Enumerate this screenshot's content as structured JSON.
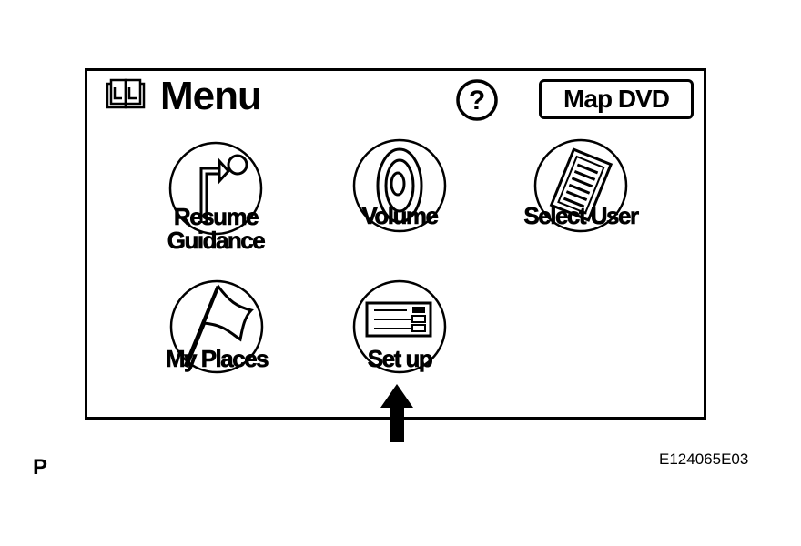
{
  "header": {
    "title": "Menu",
    "help_label": "?",
    "map_dvd_label": "Map DVD"
  },
  "menu_items": [
    {
      "id": "resume-guidance",
      "line1": "Resume",
      "line2": "Guidance",
      "icon": "route-arrow-icon"
    },
    {
      "id": "volume",
      "line1": "Volume",
      "line2": "",
      "icon": "speaker-icon"
    },
    {
      "id": "select-user",
      "line1": "Select User",
      "line2": "",
      "icon": "user-list-icon"
    },
    {
      "id": "my-places",
      "line1": "My Places",
      "line2": "",
      "icon": "flag-icon"
    },
    {
      "id": "set-up",
      "line1": "Set up",
      "line2": "",
      "icon": "settings-panel-icon"
    }
  ],
  "figure": {
    "corner_letter": "P",
    "id": "E124065E03"
  }
}
